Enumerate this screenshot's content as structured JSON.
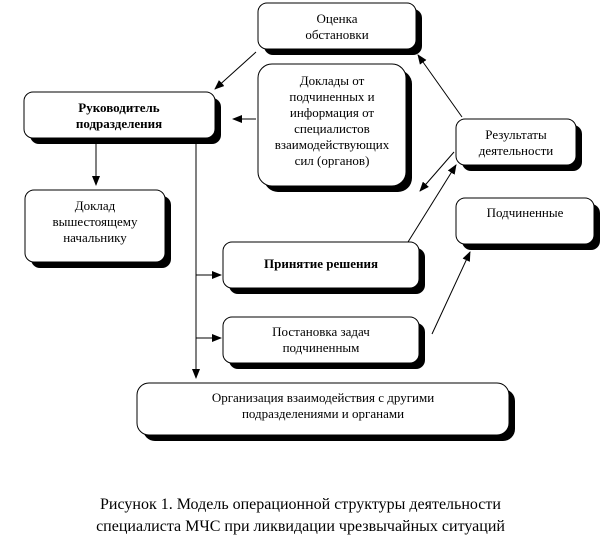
{
  "diagram": {
    "nodes": {
      "assessment": [
        "Оценка",
        "обстановки"
      ],
      "manager": [
        "Руководитель",
        "подразделения"
      ],
      "reports": [
        "Доклады от",
        "подчиненных и",
        "информация от",
        "специалистов",
        "взаимодействующих",
        "сил (органов)"
      ],
      "results": [
        "Результаты",
        "деятельности"
      ],
      "superior_report": [
        "Доклад",
        "вышестоящему",
        "начальнику"
      ],
      "subordinates": [
        "Подчиненные"
      ],
      "decision": [
        "Принятие решения"
      ],
      "tasking": [
        "Постановка задач",
        "подчиненным"
      ],
      "interaction": [
        "Организация взаимодействия с другими",
        "подразделениями и органами"
      ]
    }
  },
  "caption": {
    "line1": "Рисунок 1. Модель операционной структуры деятельности",
    "line2": "специалиста МЧС  при ликвидации чрезвычайных ситуаций"
  }
}
